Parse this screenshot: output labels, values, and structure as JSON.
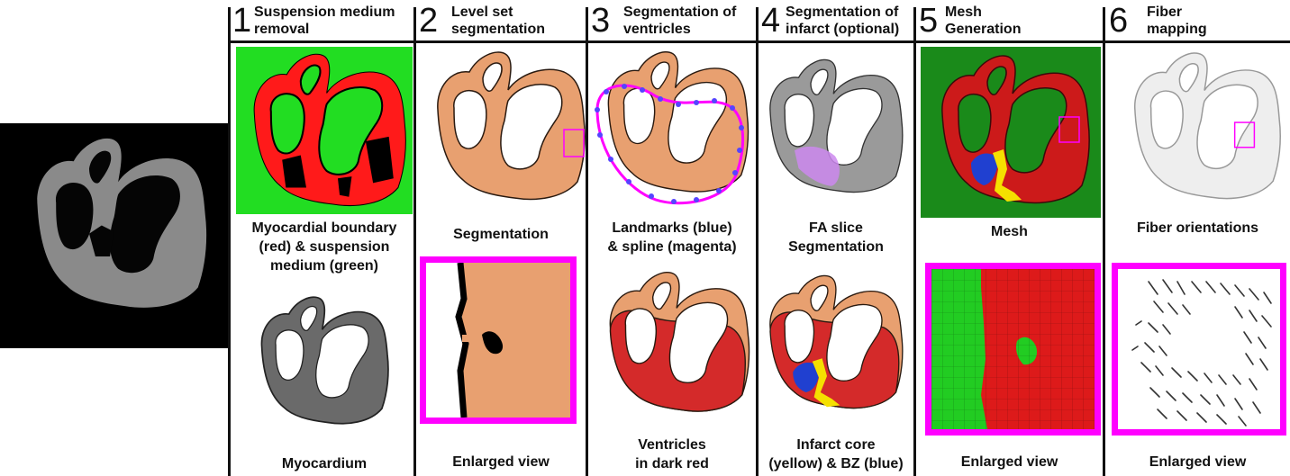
{
  "stages": [
    {
      "number": "1",
      "title": "Suspension medium\nremoval"
    },
    {
      "number": "2",
      "title": "Level set\nsegmentation"
    },
    {
      "number": "3",
      "title": "Segmentation of\nventricles"
    },
    {
      "number": "4",
      "title": "Segmentation of\ninfarct (optional)"
    },
    {
      "number": "5",
      "title": "Mesh\nGeneration"
    },
    {
      "number": "6",
      "title": "Fiber\nmapping"
    }
  ],
  "captions": {
    "s1_top": "Myocardial boundary\n(red) & suspension\nmedium (green)",
    "s1_bottom": "Myocardium",
    "s2_top": "Segmentation",
    "s2_bottom": "Enlarged view",
    "s3_top": "Landmarks (blue)\n& spline (magenta)",
    "s3_bottom": "Ventricles\nin dark red",
    "s4_top": "FA slice\nSegmentation",
    "s4_bottom": "Infarct core\n(yellow) & BZ (blue)",
    "s5_top": "Mesh",
    "s5_bottom": "Enlarged view",
    "s6_top": "Fiber orientations",
    "s6_bottom": "Enlarged view"
  },
  "colors": {
    "suspension_green": "#22dd22",
    "boundary_red": "#ff1a1a",
    "tissue_orange": "#e8a070",
    "ventricle_red": "#d42a2a",
    "spline_magenta": "#ff00ff",
    "landmark_blue": "#5544ff",
    "infarct_yellow": "#f5e000",
    "bz_blue": "#2040d0",
    "mesh_green": "#1a8a1a",
    "mesh_red": "#cc1a1a",
    "zoom_box": "#ff00ff"
  }
}
